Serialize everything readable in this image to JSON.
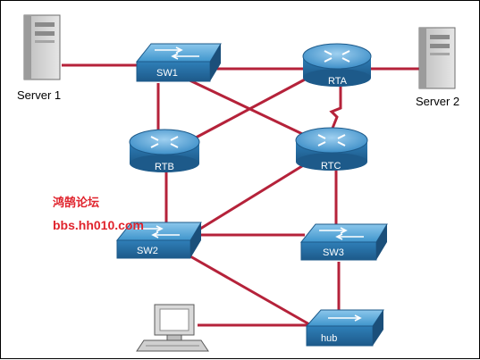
{
  "diagram": {
    "devices": {
      "server1": {
        "label": "Server 1",
        "icon": "server-tower-icon"
      },
      "server2": {
        "label": "Server 2",
        "icon": "server-tower-icon"
      },
      "sw1": {
        "label": "SW1",
        "icon": "switch-icon"
      },
      "rta": {
        "label": "RTA",
        "icon": "router-icon"
      },
      "rtb": {
        "label": "RTB",
        "icon": "router-icon"
      },
      "rtc": {
        "label": "RTC",
        "icon": "router-icon"
      },
      "sw2": {
        "label": "SW2",
        "icon": "switch-icon"
      },
      "sw3": {
        "label": "SW3",
        "icon": "switch-icon"
      },
      "hub": {
        "label": "hub",
        "icon": "hub-icon"
      },
      "pc": {
        "label": "",
        "icon": "pc-workstation-icon"
      }
    },
    "watermark": {
      "line1": "鸿鹄论坛",
      "line2": "bbs.hh010.com"
    },
    "colors": {
      "link": "#b5223a",
      "device_blue": "#3b8fc6",
      "device_dark": "#1f5f8f",
      "watermark": "#e0242d"
    }
  }
}
